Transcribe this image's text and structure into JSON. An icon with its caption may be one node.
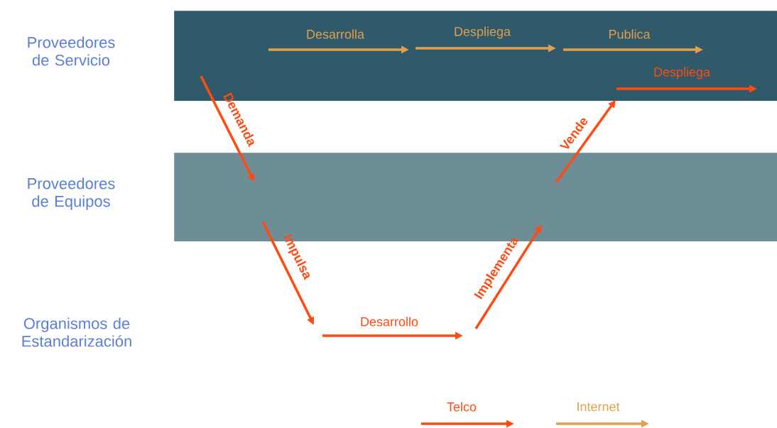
{
  "diagram": {
    "nodes": [
      {
        "text": [
          "Proveedores de Servicio"
        ]
      },
      {
        "text": [
          "Proveedores de Equipos"
        ]
      },
      {
        "text": [
          "Organismos de Estandarización"
        ]
      }
    ],
    "edges": [
      {
        "from": 0,
        "to": 1,
        "arrow": "to",
        "label": "Demanda"
      },
      {
        "from": 1,
        "to": null,
        "arrow": "to",
        "label": "Impulsa"
      },
      {
        "from": null,
        "to": 1,
        "arrow": "to",
        "label": "Implementa"
      },
      {
        "from": 1,
        "to": 0,
        "arrow": "to",
        "label": "Vende"
      }
    ],
    "labels": [
      "Desarrolla",
      "Despliega",
      "Publica",
      "Despliega",
      "Desarrollo"
    ],
    "legend": [
      {
        "text": "Telco"
      },
      {
        "text": "Internet"
      }
    ]
  }
}
